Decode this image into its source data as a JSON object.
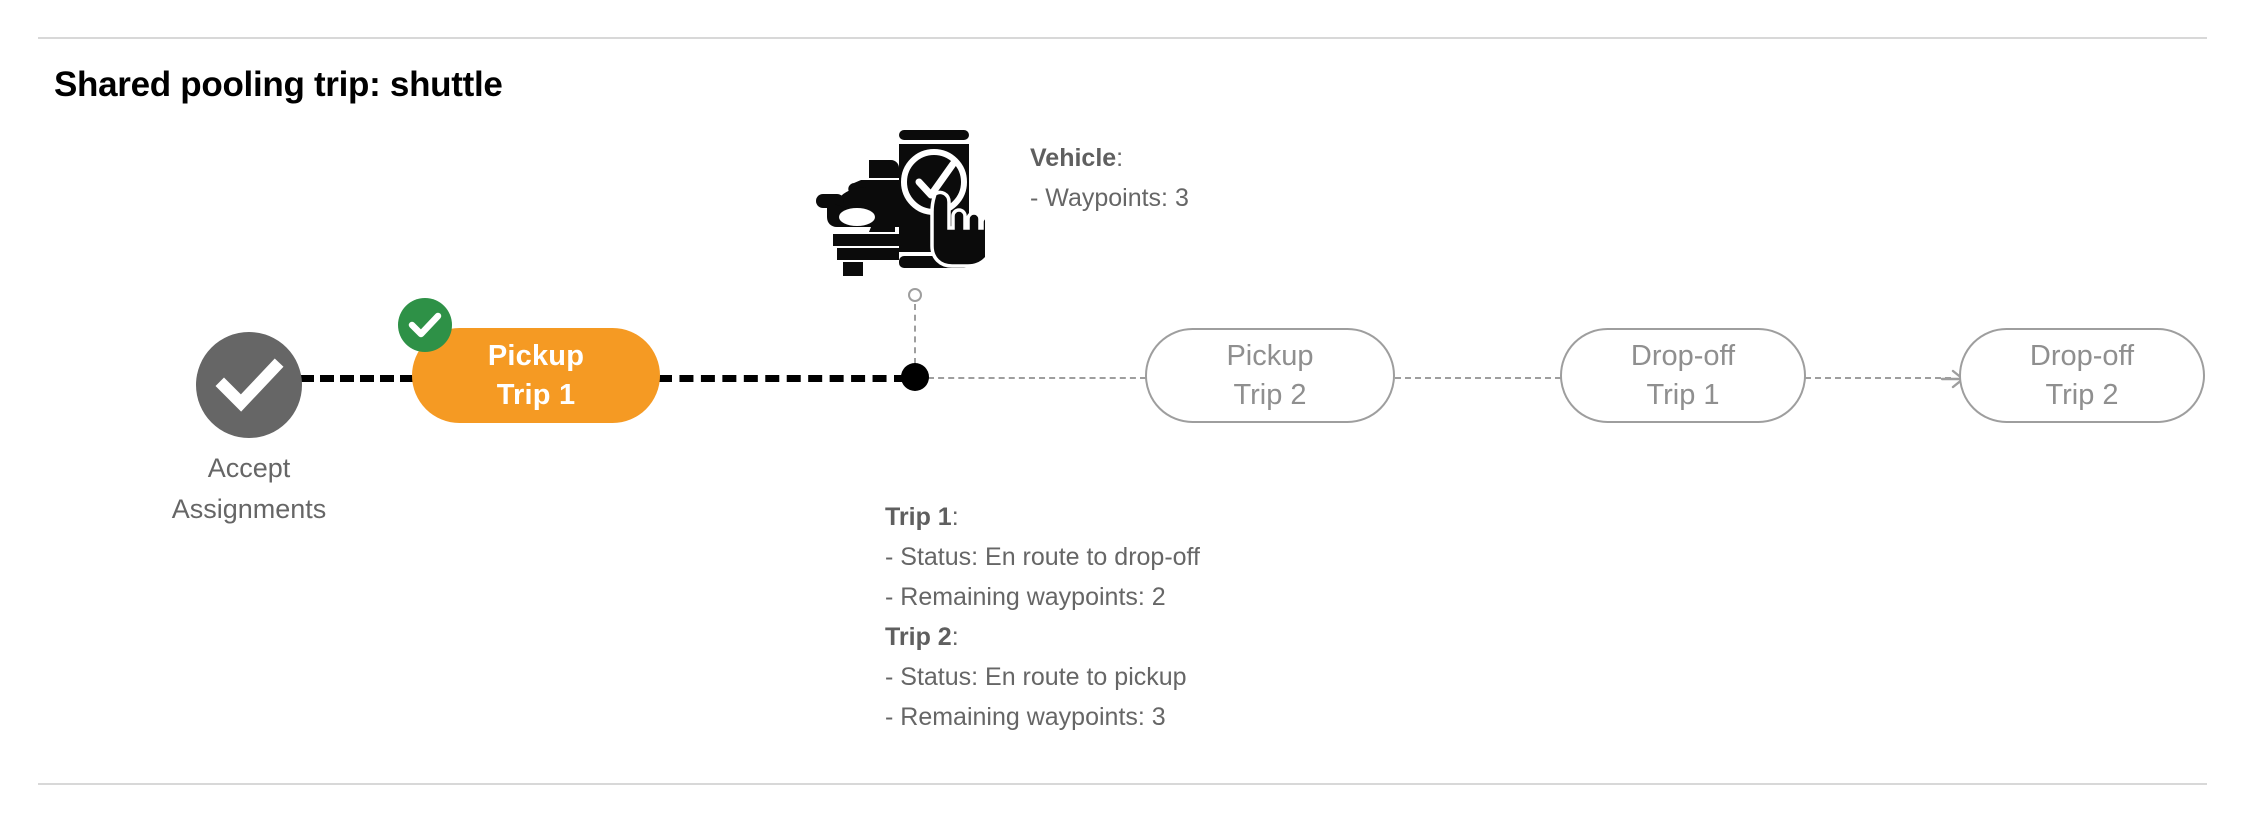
{
  "page": {
    "title": "Shared pooling trip: shuttle",
    "background_color": "#ffffff"
  },
  "colors": {
    "active_pill": "#F59A23",
    "completed_node": "#666666",
    "success_badge": "#2E9147",
    "pending_outline": "#9e9e9e",
    "pending_text": "#8f8f8f",
    "active_path": "#000000",
    "pending_path": "#9e9e9e",
    "body_text": "#666666",
    "rule": "#d8d8d8"
  },
  "flow": {
    "start_node": {
      "icon": "check-circle-icon",
      "label_line1": "Accept",
      "label_line2": "Assignments",
      "state": "completed"
    },
    "nodes": [
      {
        "id": "pickup-trip-1",
        "line1": "Pickup",
        "line2": "Trip 1",
        "state": "completed-active",
        "badge": "check-badge-icon"
      },
      {
        "id": "pickup-trip-2",
        "line1": "Pickup",
        "line2": "Trip 2",
        "state": "pending"
      },
      {
        "id": "dropoff-trip-1",
        "line1": "Drop-off",
        "line2": "Trip 1",
        "state": "pending"
      },
      {
        "id": "dropoff-trip-2",
        "line1": "Drop-off",
        "line2": "Trip 2",
        "state": "pending"
      }
    ]
  },
  "vehicle": {
    "icon": "car-phone-check-icon",
    "marker": "vehicle-position-marker",
    "heading": "Vehicle",
    "heading_colon": ":",
    "waypoints_line": "- Waypoints: 3",
    "waypoints": 3
  },
  "trips": [
    {
      "heading": "Trip 1",
      "heading_colon": ":",
      "status_line": "- Status:  En route to drop-off",
      "status": "En route to drop-off",
      "waypoints_line": "- Remaining waypoints: 2",
      "remaining_waypoints": 2
    },
    {
      "heading": "Trip 2",
      "heading_colon": ":",
      "status_line": "- Status:  En route to pickup",
      "status": "En route to pickup",
      "waypoints_line": "- Remaining waypoints: 3",
      "remaining_waypoints": 3
    }
  ]
}
